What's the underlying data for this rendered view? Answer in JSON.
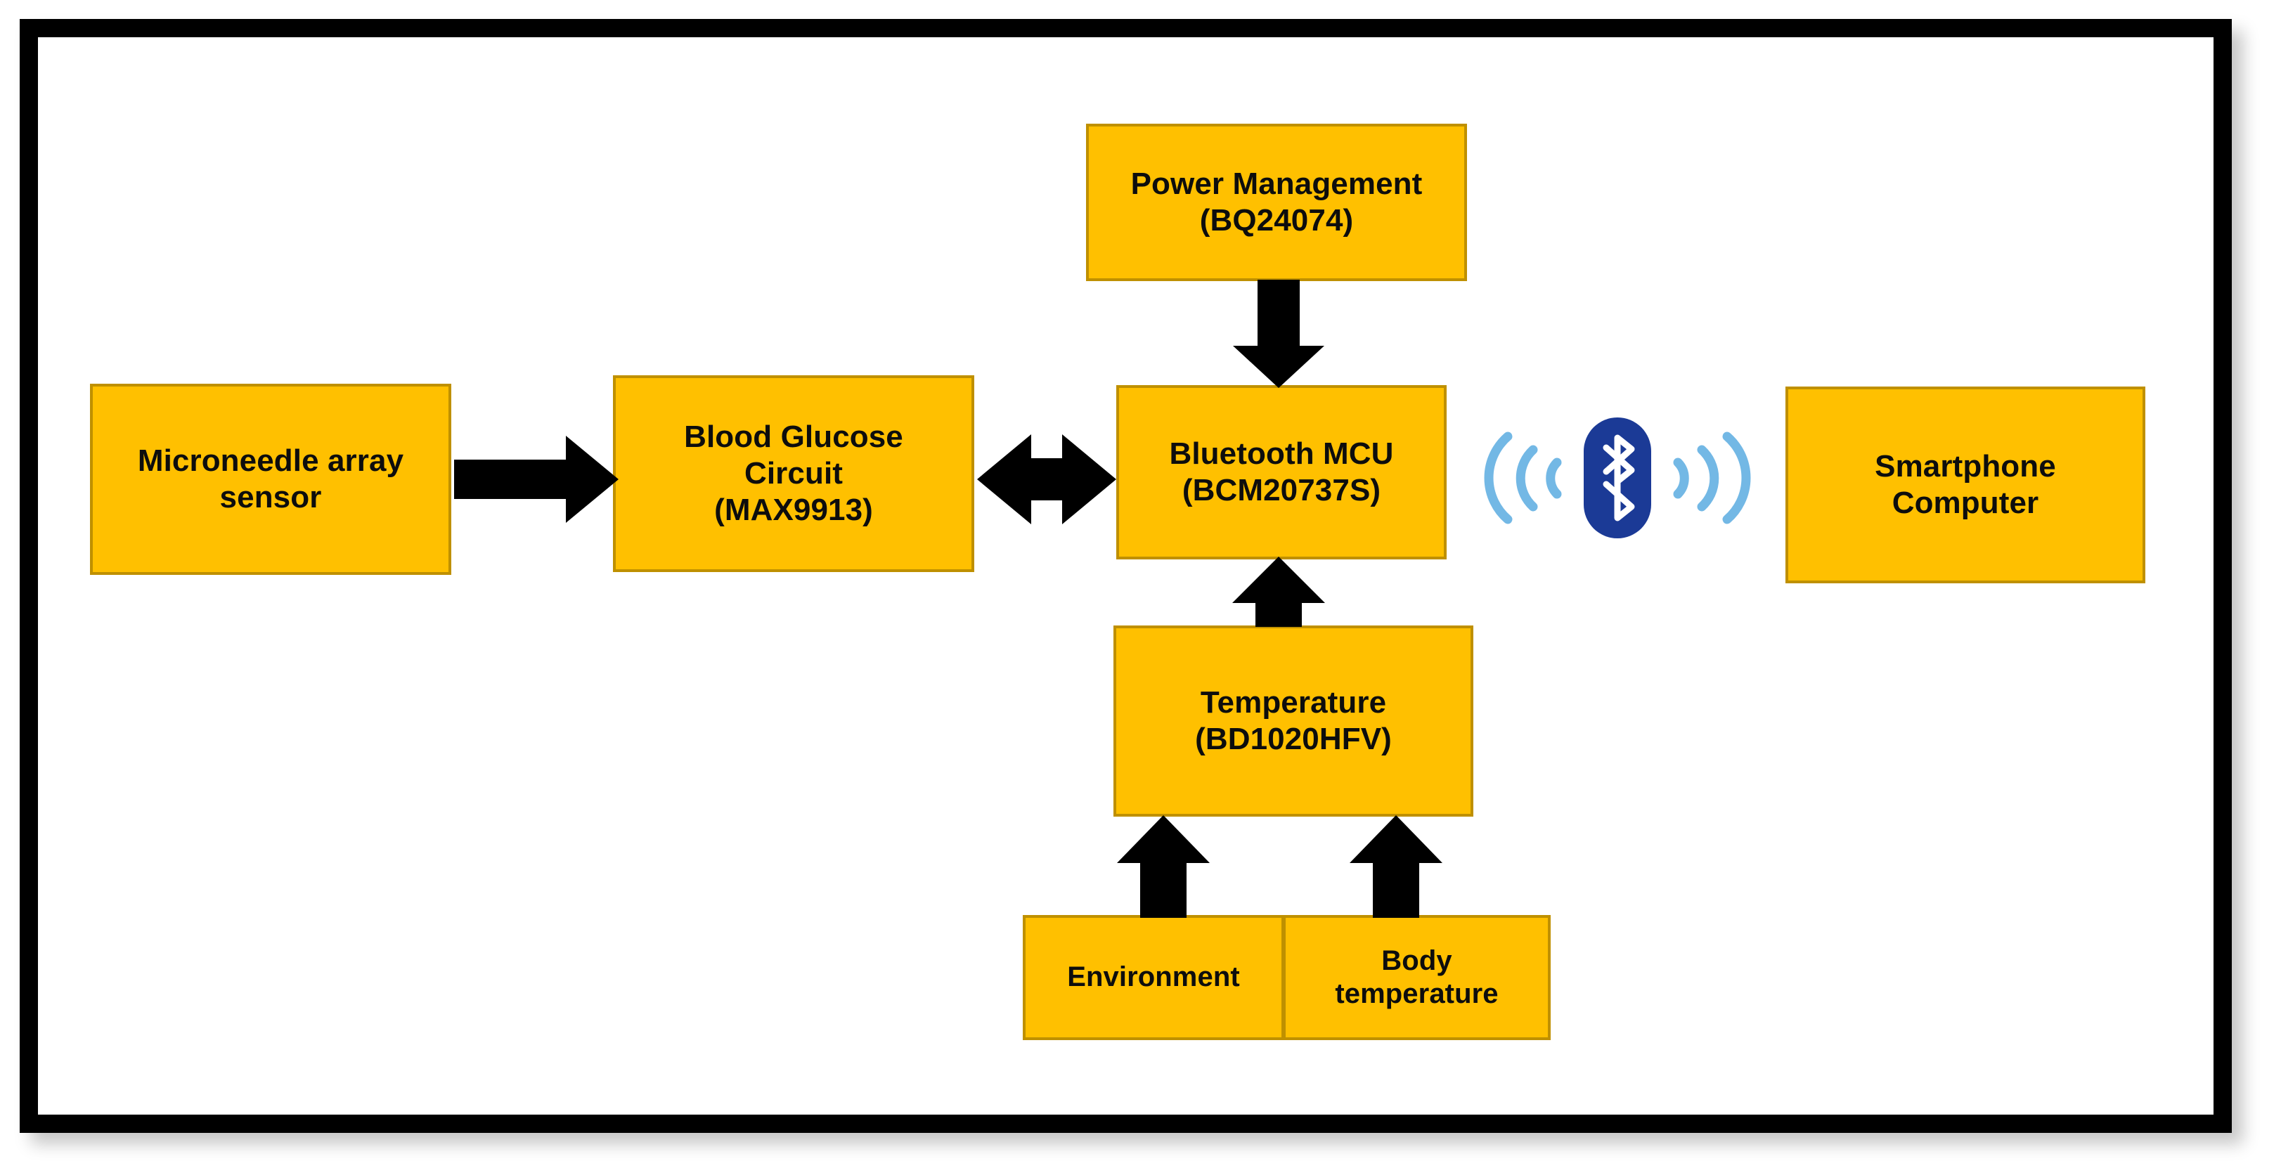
{
  "diagram": {
    "title": "Wearable blood glucose and temperature monitoring system block diagram",
    "frame_color": "#000000",
    "box_fill": "#FFC000",
    "box_border": "#BF9000",
    "arrow_color": "#000000",
    "bluetooth_badge_color": "#1B3A96",
    "bluetooth_wave_color": "#6CB4E4",
    "background": "#FFFFFF"
  },
  "blocks": {
    "microneedle": {
      "line1": "Microneedle array",
      "line2": "sensor"
    },
    "glucose": {
      "line1": "Blood Glucose",
      "line2": "Circuit",
      "line3": "(MAX9913)"
    },
    "power": {
      "line1": "Power Management",
      "line2": "(BQ24074)"
    },
    "mcu": {
      "line1": "Bluetooth MCU",
      "line2": "(BCM20737S)"
    },
    "temperature": {
      "line1": "Temperature",
      "line2": "(BD1020HFV)"
    },
    "environment": {
      "line1": "Environment"
    },
    "bodytemp": {
      "line1": "Body",
      "line2": "temperature"
    },
    "smartphone": {
      "line1": "Smartphone",
      "line2": "Computer"
    }
  },
  "connections": [
    {
      "name": "microneedle-to-glucose",
      "from": "Microneedle array sensor",
      "to": "Blood Glucose Circuit (MAX9913)",
      "type": "arrow-right"
    },
    {
      "name": "glucose-to-mcu",
      "from": "Blood Glucose Circuit (MAX9913)",
      "to": "Bluetooth MCU (BCM20737S)",
      "type": "arrow-double-horizontal"
    },
    {
      "name": "power-to-mcu",
      "from": "Power Management (BQ24074)",
      "to": "Bluetooth MCU (BCM20737S)",
      "type": "arrow-down"
    },
    {
      "name": "temperature-to-mcu",
      "from": "Temperature (BD1020HFV)",
      "to": "Bluetooth MCU (BCM20737S)",
      "type": "arrow-up"
    },
    {
      "name": "environment-to-temperature",
      "from": "Environment",
      "to": "Temperature (BD1020HFV)",
      "type": "arrow-up"
    },
    {
      "name": "bodytemp-to-temperature",
      "from": "Body temperature",
      "to": "Temperature (BD1020HFV)",
      "type": "arrow-up"
    },
    {
      "name": "mcu-to-smartphone",
      "from": "Bluetooth MCU (BCM20737S)",
      "to": "Smartphone Computer",
      "type": "bluetooth-wireless-link"
    }
  ],
  "icons": {
    "bluetooth": "bluetooth-icon",
    "waves_left": "wireless-waves-left-icon",
    "waves_right": "wireless-waves-right-icon"
  }
}
